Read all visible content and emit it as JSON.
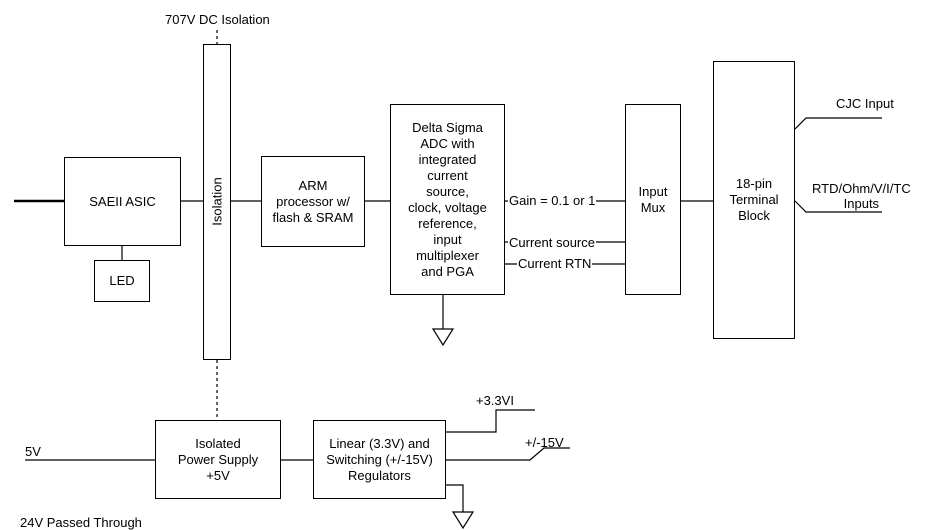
{
  "labels": {
    "isolation_top": "707V DC Isolation",
    "gain": "Gain = 0.1 or 1",
    "current_source": "Current source",
    "current_rtn": "Current RTN",
    "cjc_input": "CJC Input",
    "rtd_inputs": "RTD/Ohm/V/I/TC\nInputs",
    "v33": "+3.3VI",
    "v15": "+/-15V",
    "v5": "5V",
    "v24": "24V Passed Through"
  },
  "blocks": {
    "asic": "SAEII ASIC",
    "led": "LED",
    "isolation": "Isolation",
    "arm": "ARM\nprocessor w/\nflash & SRAM",
    "adc": "Delta Sigma\nADC with\nintegrated\ncurrent\nsource,\nclock, voltage\nreference,\ninput\nmultiplexer\nand PGA",
    "mux": "Input\nMux",
    "terminal": "18-pin\nTerminal\nBlock",
    "power": "Isolated\nPower Supply\n+5V",
    "regulators": "Linear (3.3V) and\nSwitching (+/-15V)\nRegulators"
  }
}
